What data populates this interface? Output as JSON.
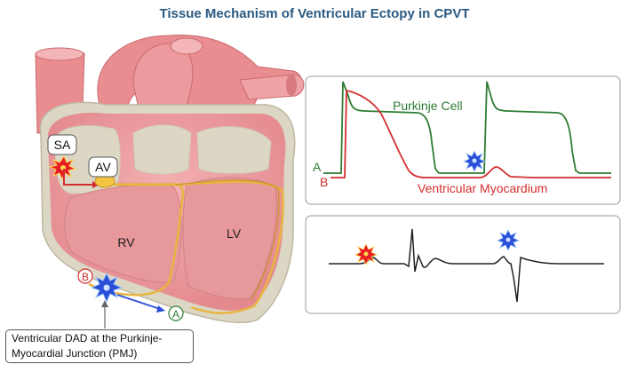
{
  "title": "Tissue Mechanism of Ventricular Ectopy in CPVT",
  "heart": {
    "sa_label": "SA",
    "av_label": "AV",
    "rv_label": "RV",
    "lv_label": "LV",
    "marker_b": "B",
    "marker_a": "A",
    "colors": {
      "heart_pink": "#e58d90",
      "outline": "#d9d4c2",
      "conduction": "#e8b540",
      "sa_star": "#e51c23",
      "dad_star": "#2a4fd6"
    }
  },
  "callout": {
    "line1": "Ventricular DAD at the Purkinje-",
    "line2": "Myocardial Junction (PMJ)"
  },
  "action_potential_panel": {
    "purkinje_label": "Purkinje Cell",
    "myocardium_label": "Ventricular Myocardium",
    "trace_a_label": "A",
    "trace_b_label": "B",
    "colors": {
      "purkinje": "#2e7d32",
      "myocardium": "#d32f2f"
    }
  },
  "ecg_panel": {
    "colors": {
      "trace": "#222222",
      "first_star": "#e51c23",
      "second_star": "#2a4fd6"
    }
  }
}
